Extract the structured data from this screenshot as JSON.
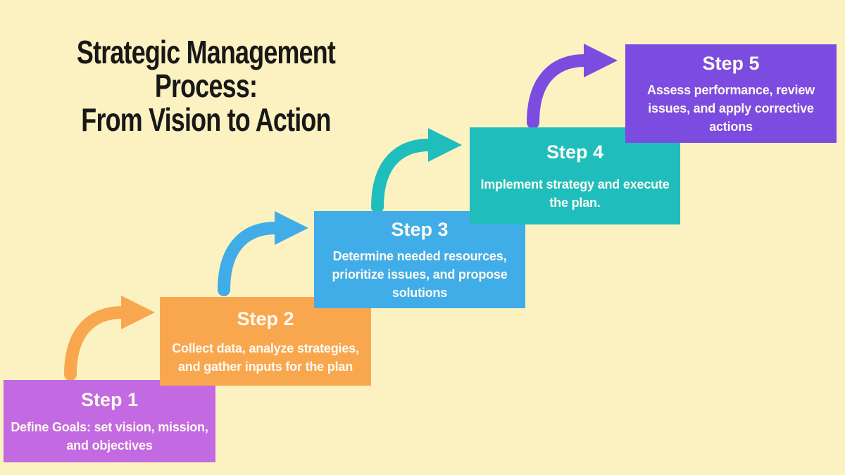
{
  "background_color": "#FCF2C1",
  "text_color": "#FDFAF3",
  "title": {
    "line1": "Strategic Management Process:",
    "line2": "From Vision to Action",
    "color": "#181818"
  },
  "steps": [
    {
      "label": "Step 1",
      "description": "Define Goals: set vision, mission, and objectives",
      "color": "#C369E1"
    },
    {
      "label": "Step 2",
      "description": "Collect data, analyze strategies, and gather inputs for the plan",
      "color": "#F9A74E"
    },
    {
      "label": "Step 3",
      "description": "Determine needed resources, prioritize issues, and propose solutions",
      "color": "#41ADE8"
    },
    {
      "label": "Step 4",
      "description": "Implement strategy and execute the plan.",
      "color": "#1FBEBD"
    },
    {
      "label": "Step 5",
      "description": "Assess performance, review issues, and apply corrective actions",
      "color": "#7C4BE0"
    }
  ],
  "arrows": [
    {
      "name": "step-1-to-step-2",
      "color": "#F9A74E"
    },
    {
      "name": "step-2-to-step-3",
      "color": "#41ADE8"
    },
    {
      "name": "step-3-to-step-4",
      "color": "#1FBEBD"
    },
    {
      "name": "step-4-to-step-5",
      "color": "#7C4BE0"
    }
  ]
}
